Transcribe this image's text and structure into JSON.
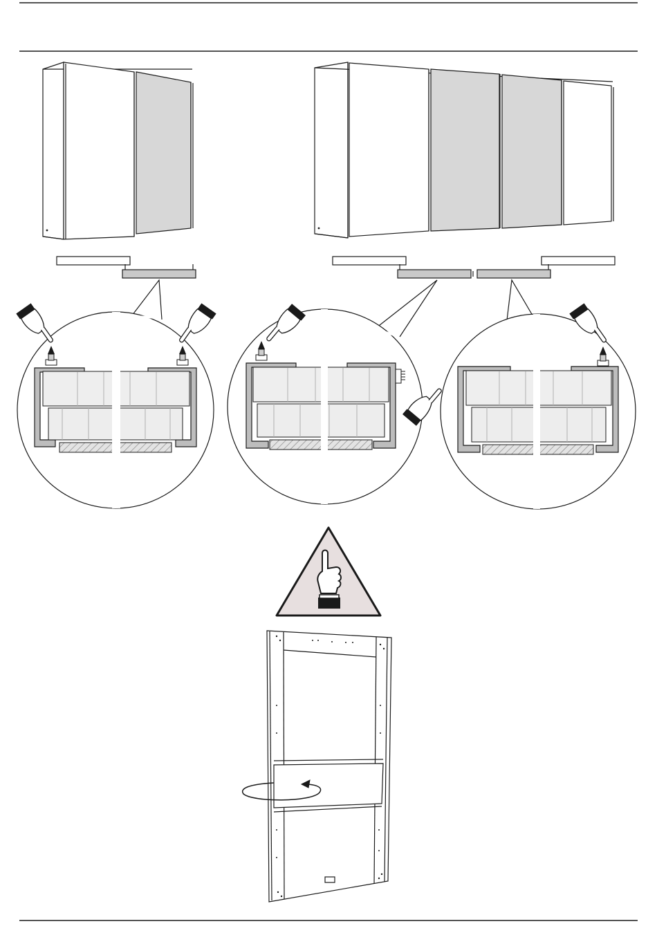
{
  "page": {
    "type": "assembly-instruction-sheet",
    "text_content": []
  },
  "colors": {
    "line": "#1a1a1a",
    "door_grey": "#d7d7d7",
    "rail_fill": "#c9c9c9",
    "profile_fill": "#bdbdbd",
    "warning_fill": "#e7dfdf"
  },
  "illustrations": {
    "wardrobe_two_doors": {
      "icon": "two-door-sliding-wardrobe",
      "doors": [
        "white",
        "grey"
      ]
    },
    "wardrobe_four_doors": {
      "icon": "four-door-sliding-wardrobe",
      "doors": [
        "white",
        "grey",
        "grey",
        "white"
      ]
    },
    "detail_left": {
      "icon": "track-profile-detail",
      "hands": 2,
      "brushes": 2
    },
    "detail_middle": {
      "icon": "track-profile-detail",
      "hands": 2,
      "brushes": 1,
      "side_brush": true
    },
    "detail_right": {
      "icon": "track-profile-detail",
      "hands": 1,
      "brushes": 1
    },
    "warning": {
      "icon": "warning-pointing-hand-icon"
    },
    "door_frame": {
      "icon": "door-frame-rotate-icon"
    }
  }
}
